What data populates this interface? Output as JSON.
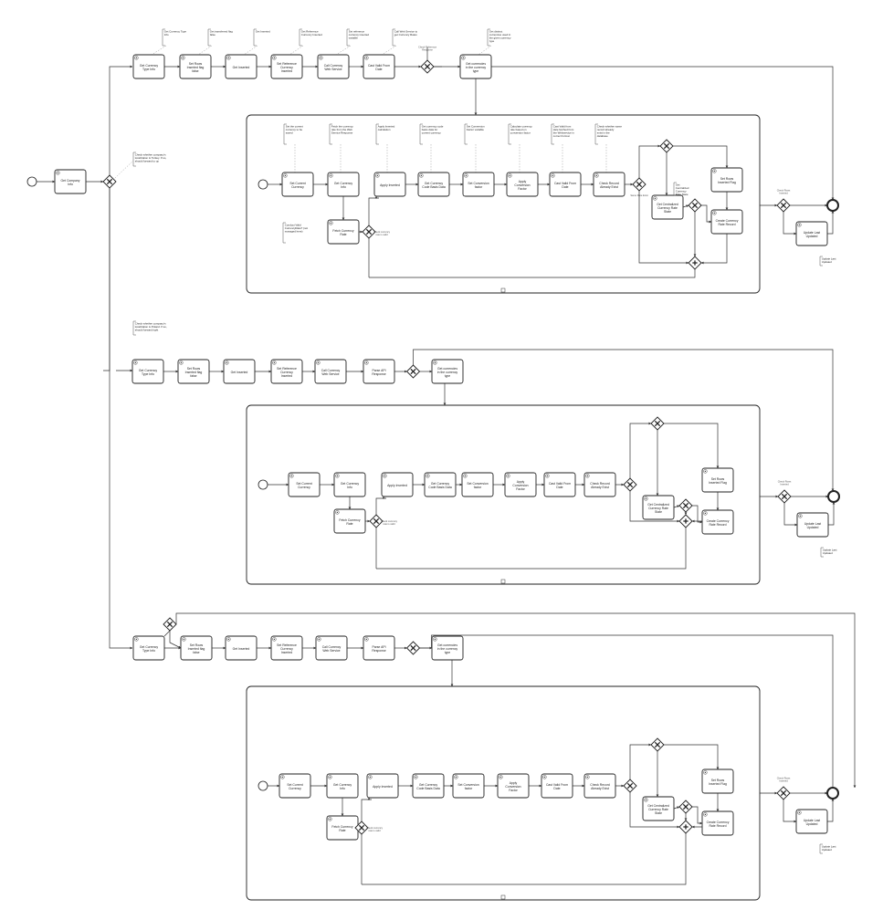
{
  "diagram": {
    "title": "",
    "start_task": "Get Company Info",
    "annotations": {
      "turkey_check": "Check whether company's localization is Turkey. If so, should forward to up",
      "poland_check": "Check whether company's localization is Poland. If so, should forward right"
    },
    "top_chain": {
      "tasks": [
        "Get Currency Type Info",
        "Set Rows Inserted flag false",
        "Get Inserted",
        "Set Reference Currency Inserted",
        "Call Currency Web Service",
        "Cast Valid From Date",
        "Get currencies in the currency type"
      ],
      "notes": [
        "Get Currency Type Info",
        "Get transferred flag false",
        "Get Inserted",
        "Get Reference Currency Inserted",
        "Set reference currency inserted variable",
        "Call Web Service to get Currency Rates",
        "Get distinct currencies used in the given currency type"
      ],
      "gateway_label": "Check Reference Response"
    },
    "chain": {
      "tasks": [
        "Get Currency Type Info",
        "Set Rows Inserted flag false",
        "Get Inserted",
        "Set Reference Currency Inserted",
        "Call Currency Web Service",
        "Parse API Response",
        "Get currencies in the currency type"
      ]
    },
    "sub": {
      "tasks": [
        "Set Current Currency",
        "Get Currency Info",
        "Fetch Currency Rate",
        "Apply Inverted",
        "Get Currency Code Basis Data",
        "Set Conversion factor",
        "Apply Conversion Factor",
        "Cast Valid From Date",
        "Check Record Already Exist",
        "Get Centralized Currency Rate State",
        "Set Rows Inserted Flag",
        "Create Currency Rate Record"
      ],
      "notes": [
        "Set the current currency to be saved",
        "Fetch the currency rate from the Web Service Response",
        "Apply Inverted calculation",
        "Get currency code basis data for current currency",
        "Set Conversion Factor variable",
        "Calculate currency rate based on conversion factor",
        "Cast Valid from date fetched from the Webservice in correct format",
        "Check whether same record already exist in the database",
        "Get Centralized Currency Rate State"
      ],
      "side_note": "Conduct Valid CurrencyRate? (not managed here)",
      "gateway_label": "Check currency rate is valid",
      "exist_label": "Same Rate Exist"
    },
    "end_chain": {
      "gateway_label": "Check Rows Inserted",
      "task": "Update Last Updated",
      "note": "Update Last Updated"
    }
  }
}
